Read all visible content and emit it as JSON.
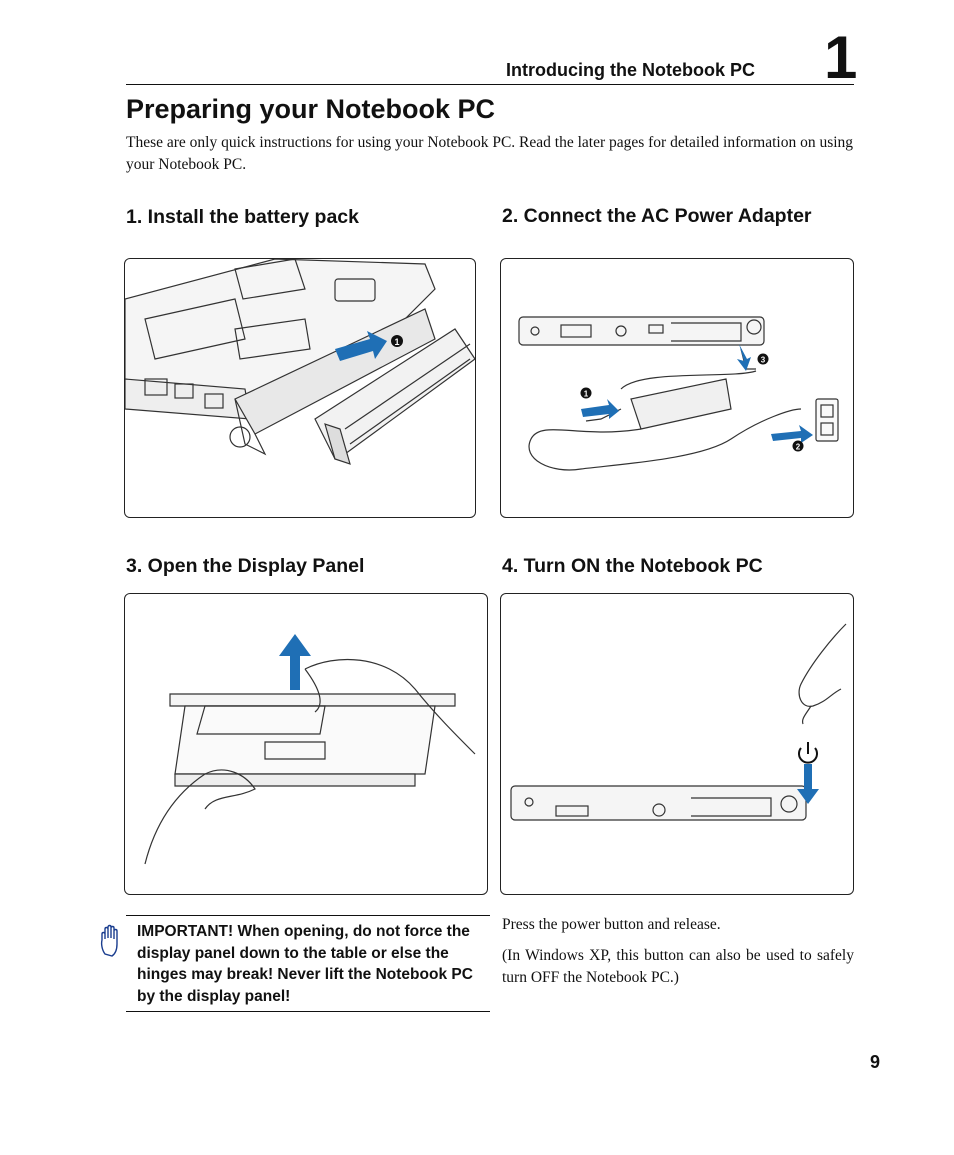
{
  "header": {
    "section_title": "Introducing the Notebook PC",
    "chapter_number": "1"
  },
  "page_title": "Preparing your Notebook PC",
  "intro": "These are only quick instructions for using your Notebook PC. Read the later pages for detailed information on using your Notebook PC.",
  "steps": [
    {
      "heading": "1. Install the battery pack",
      "callouts": [
        "1"
      ]
    },
    {
      "heading": "2. Connect the AC Power Adapter",
      "callouts": [
        "1",
        "2",
        "3"
      ]
    },
    {
      "heading": "3. Open the Display Panel"
    },
    {
      "heading": "4. Turn ON the Notebook PC"
    }
  ],
  "important": {
    "icon": "hand-stop-icon",
    "text": "IMPORTANT!  When opening, do not force the display panel down to the table or else the hinges may break! Never lift the Notebook PC by the display panel!"
  },
  "step4_text": {
    "line1": "Press the power button and release.",
    "line2": "(In Windows XP, this button can also be used to safely turn OFF the Notebook PC.)"
  },
  "page_number": "9",
  "colors": {
    "arrow_blue": "#1f6fb5",
    "callout_black": "#111111"
  }
}
